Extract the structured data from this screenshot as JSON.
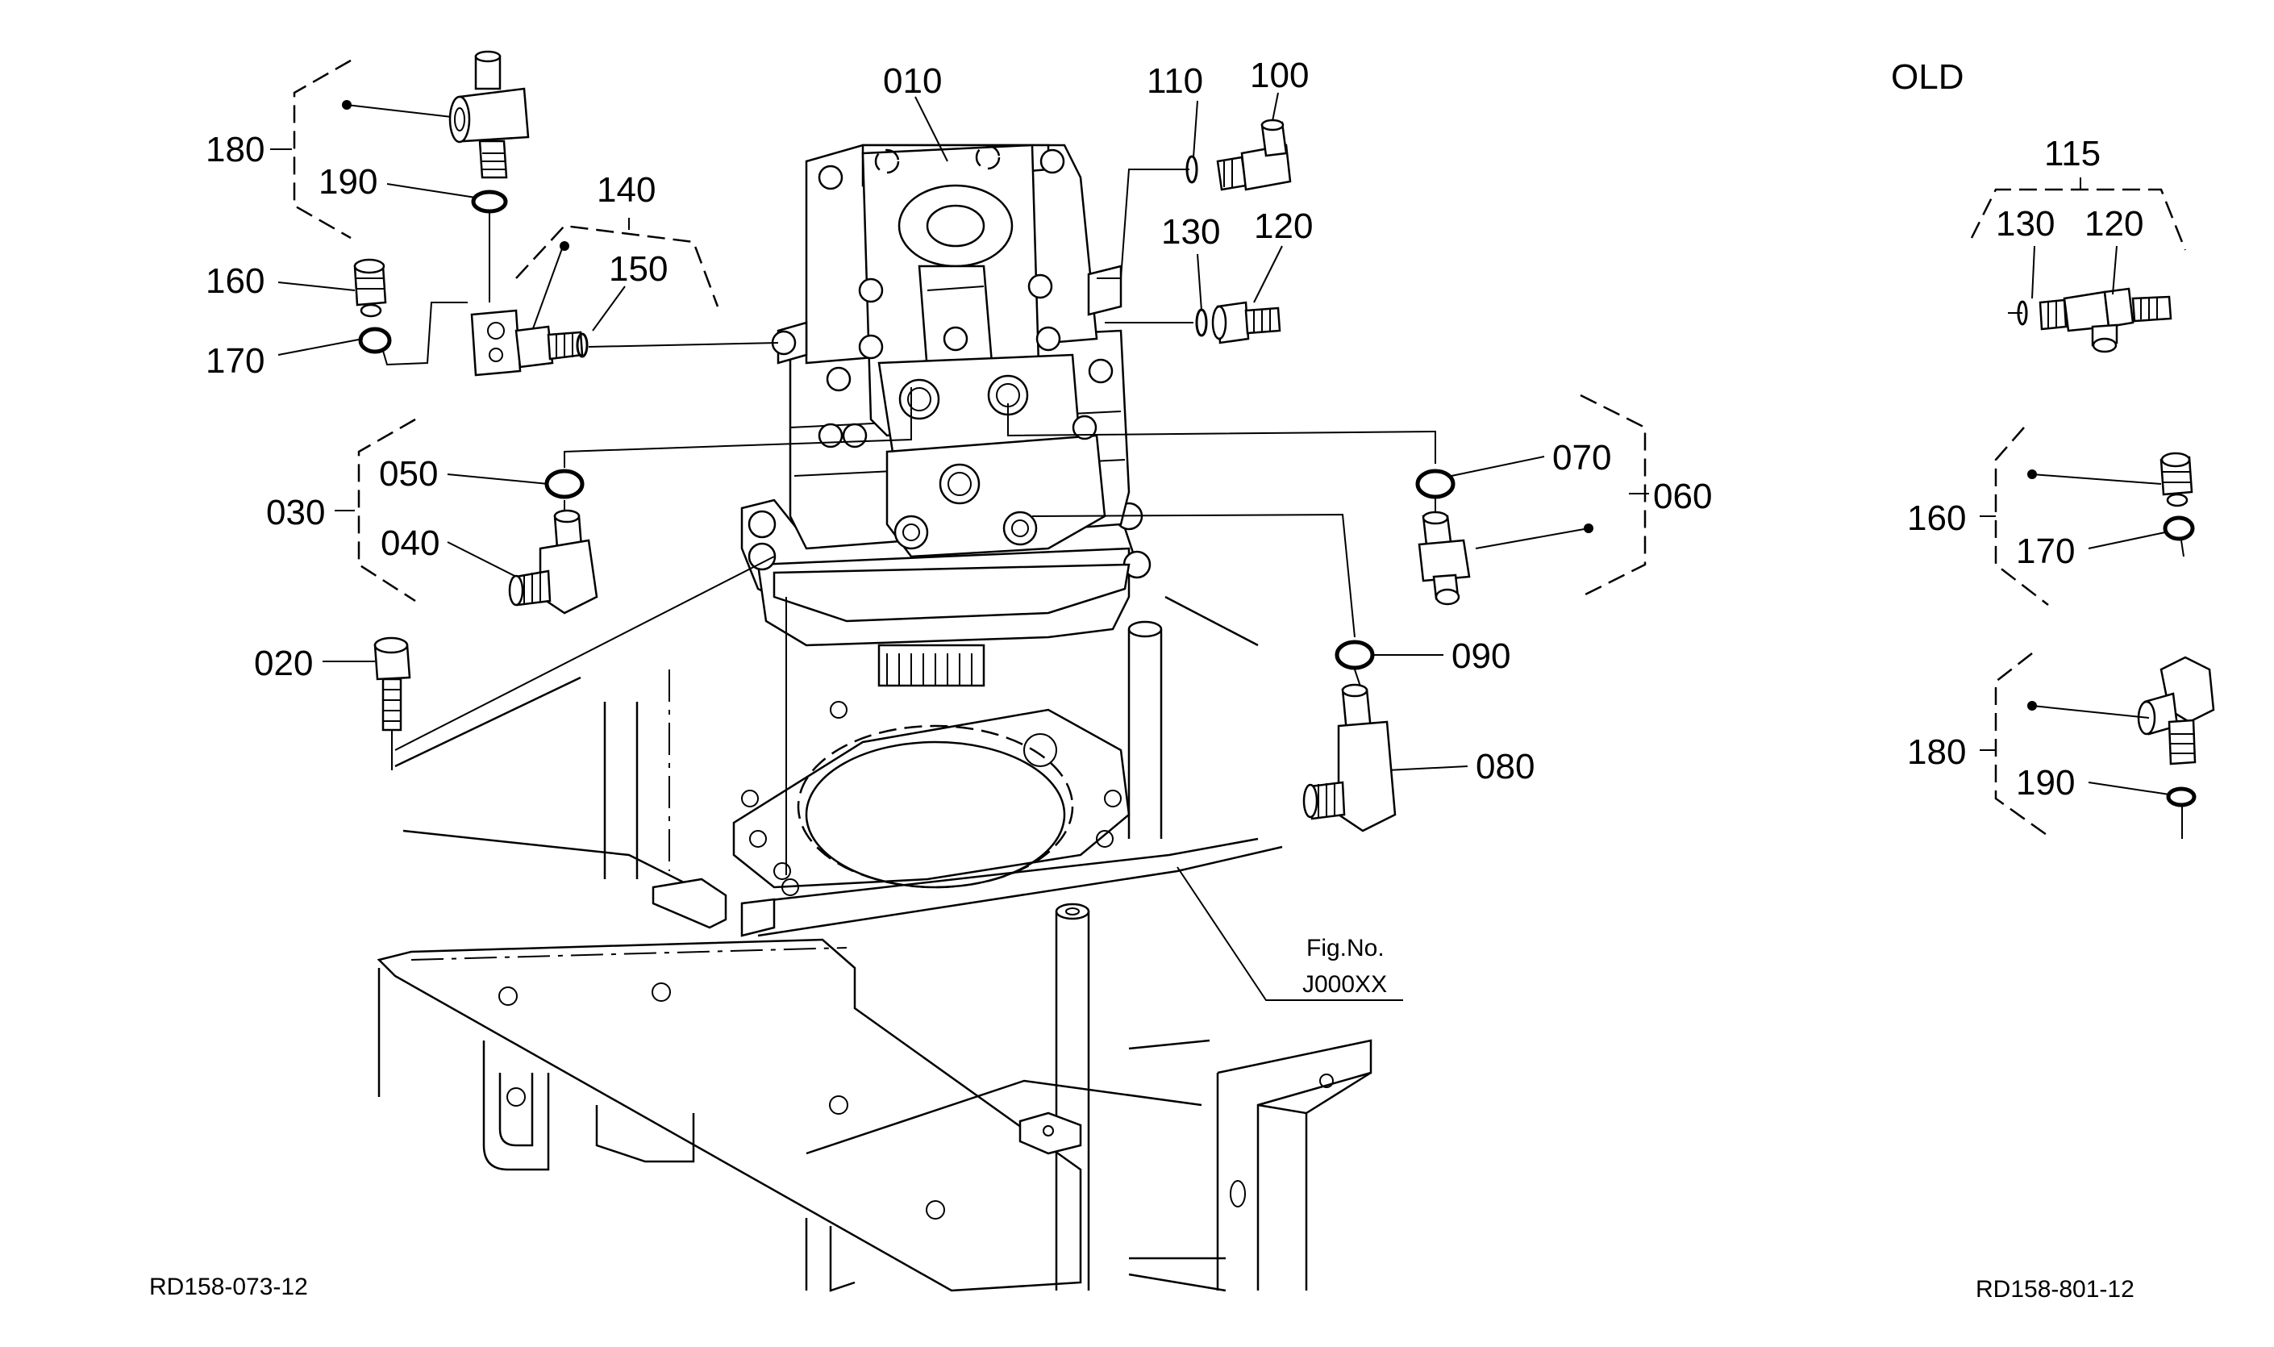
{
  "labels": {
    "p010": "010",
    "p020": "020",
    "p030": "030",
    "p040": "040",
    "p050": "050",
    "p060": "060",
    "p070": "070",
    "p080": "080",
    "p090": "090",
    "p100": "100",
    "p110": "110",
    "p120": "120",
    "p130": "130",
    "p140": "140",
    "p150": "150",
    "p160": "160",
    "p170": "170",
    "p180": "180",
    "p190": "190",
    "old_heading": "OLD",
    "old_p115": "115",
    "old_p130": "130",
    "old_p120": "120",
    "old_p160": "160",
    "old_p170": "170",
    "old_p180": "180",
    "old_p190": "190"
  },
  "figure_ref": {
    "line1": "Fig.No.",
    "line2": "J000XX"
  },
  "footer": {
    "left_code": "RD158-073-12",
    "right_code": "RD158-801-12"
  }
}
